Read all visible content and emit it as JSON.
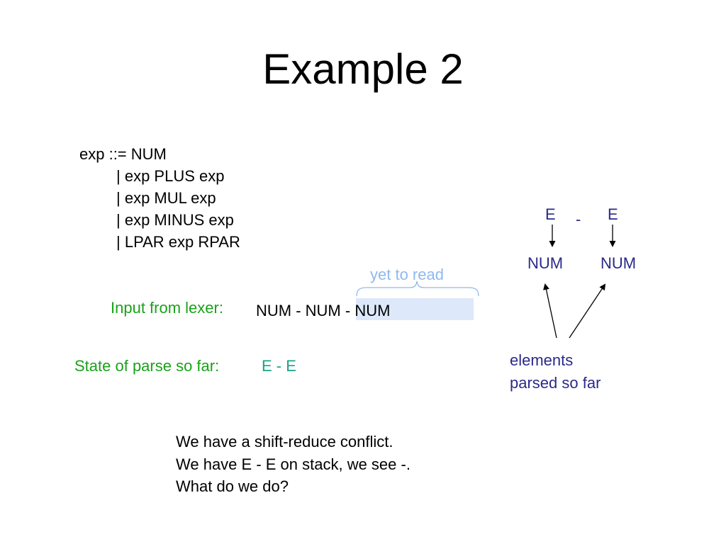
{
  "slide": {
    "title": "Example 2"
  },
  "grammar": {
    "lines": [
      "exp ::= NUM",
      "| exp PLUS exp",
      "| exp MUL exp",
      "| exp MINUS exp",
      "| LPAR exp RPAR"
    ]
  },
  "input": {
    "label": "Input from lexer:",
    "read_part": "NUM - NUM",
    "unread_part": " - NUM",
    "unread_label": "yet to read"
  },
  "state": {
    "label": "State of parse so far:",
    "value": "E - E"
  },
  "tree": {
    "left_top": "E",
    "operator": "-",
    "right_top": "E",
    "left_bottom": "NUM",
    "right_bottom": "NUM",
    "annotation_line1": "elements",
    "annotation_line2": "parsed so far"
  },
  "conflict": {
    "lines": [
      "We have a shift-reduce conflict.",
      "We have E - E on stack, we see -.",
      "What do we do?"
    ]
  },
  "colors": {
    "label_green": "#1aa21a",
    "state_teal": "#1aa28a",
    "tree_navy": "#2a2a8a",
    "unread_blue": "#8fb8f0",
    "highlight": "#dde9fa"
  }
}
